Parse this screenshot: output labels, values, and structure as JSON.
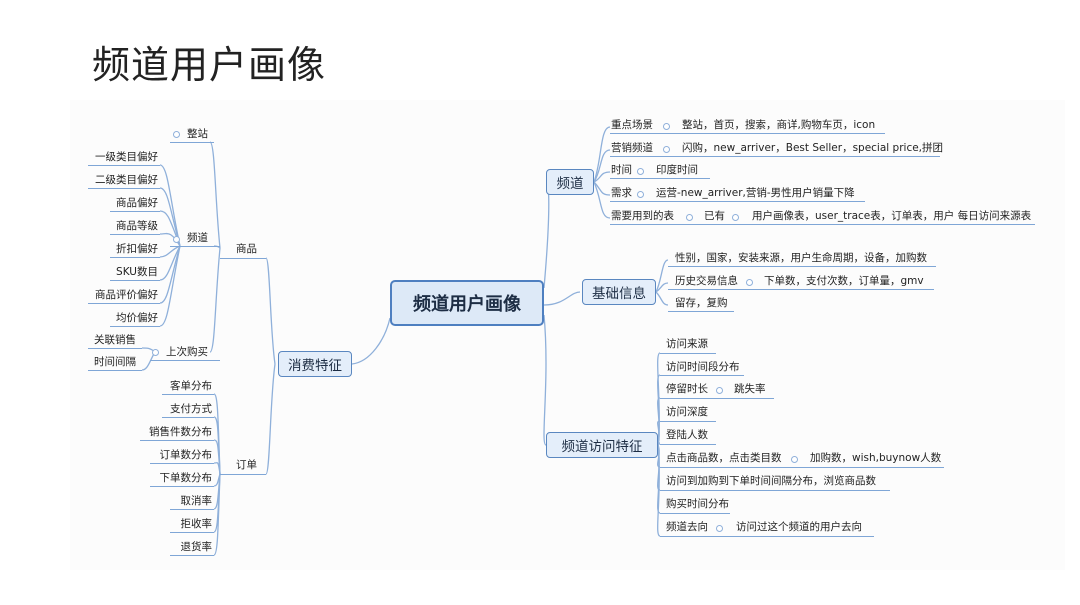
{
  "title": "频道用户画像",
  "center": "频道用户画像",
  "branches": {
    "channel": {
      "label": "频道",
      "items": [
        {
          "label": "重点场景",
          "sub": "整站，首页，搜索，商详,购物车页，icon"
        },
        {
          "label": "营销频道",
          "sub": "闪购，new_arriver，Best Seller，special price,拼团"
        },
        {
          "label": "时间",
          "sub": "印度时间"
        },
        {
          "label": "需求",
          "sub": "运营-new_arriver,营销-男性用户销量下降"
        },
        {
          "label": "需要用到的表",
          "sub": "已有",
          "sub2": "用户画像表，user_trace表，订单表，用户 每日访问来源表"
        }
      ]
    },
    "basic": {
      "label": "基础信息",
      "items": [
        {
          "label": "性别，国家，安装来源，用户生命周期，设备，加购数"
        },
        {
          "label": "历史交易信息",
          "sub": "下单数，支付次数，订单量，gmv"
        },
        {
          "label": "留存，复购"
        }
      ]
    },
    "visit": {
      "label": "频道访问特征",
      "items": [
        {
          "label": "访问来源"
        },
        {
          "label": "访问时间段分布"
        },
        {
          "label": "停留时长",
          "sub": "跳失率"
        },
        {
          "label": "访问深度"
        },
        {
          "label": "登陆人数"
        },
        {
          "label": "点击商品数，点击类目数",
          "sub": "加购数，wish,buynow人数"
        },
        {
          "label": "访问到加购到下单时间间隔分布，浏览商品数"
        },
        {
          "label": "购买时间分布"
        },
        {
          "label": "频道去向",
          "sub": "访问过这个频道的用户去向"
        }
      ]
    },
    "consume": {
      "label": "消费特征",
      "goods": {
        "label": "商品",
        "site": "整站",
        "channel": {
          "label": "频道",
          "items": [
            "一级类目偏好",
            "二级类目偏好",
            "商品偏好",
            "商品等级",
            "折扣偏好",
            "SKU数目",
            "商品评价偏好",
            "均价偏好"
          ]
        },
        "last_buy": {
          "label": "上次购买",
          "items": [
            "关联销售",
            "时间间隔"
          ]
        }
      },
      "order": {
        "label": "订单",
        "items": [
          "客单分布",
          "支付方式",
          "销售件数分布",
          "订单数分布",
          "下单数分布",
          "取消率",
          "拒收率",
          "退货率"
        ]
      }
    }
  }
}
